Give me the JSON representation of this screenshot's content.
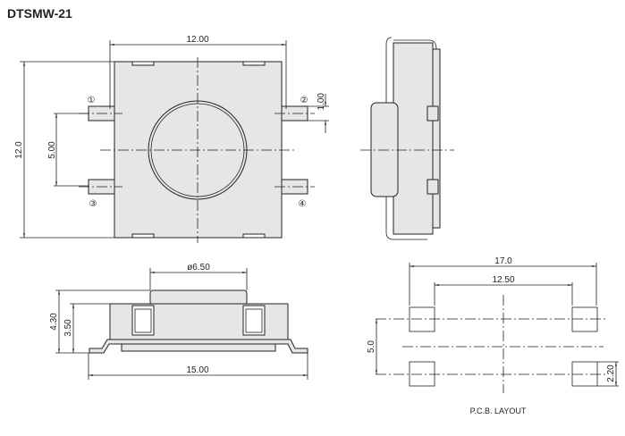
{
  "title": "DTSMW-21",
  "top_view": {
    "width_dim": "12.00",
    "height_dim": "12.0",
    "pin_pitch_dim": "5.00",
    "pin_width_dim": "1.00",
    "pins": [
      "①",
      "②",
      "③",
      "④"
    ]
  },
  "front_view": {
    "button_dia_dim": "ø6.50",
    "total_height_dim": "4.30",
    "body_height_dim": "3.50",
    "length_dim": "15.00"
  },
  "pcb_layout": {
    "label": "P.C.B. LAYOUT",
    "outer_dim": "17.0",
    "inner_dim": "12.50",
    "pitch_dim": "5.0",
    "pad_dim": "2.20"
  }
}
